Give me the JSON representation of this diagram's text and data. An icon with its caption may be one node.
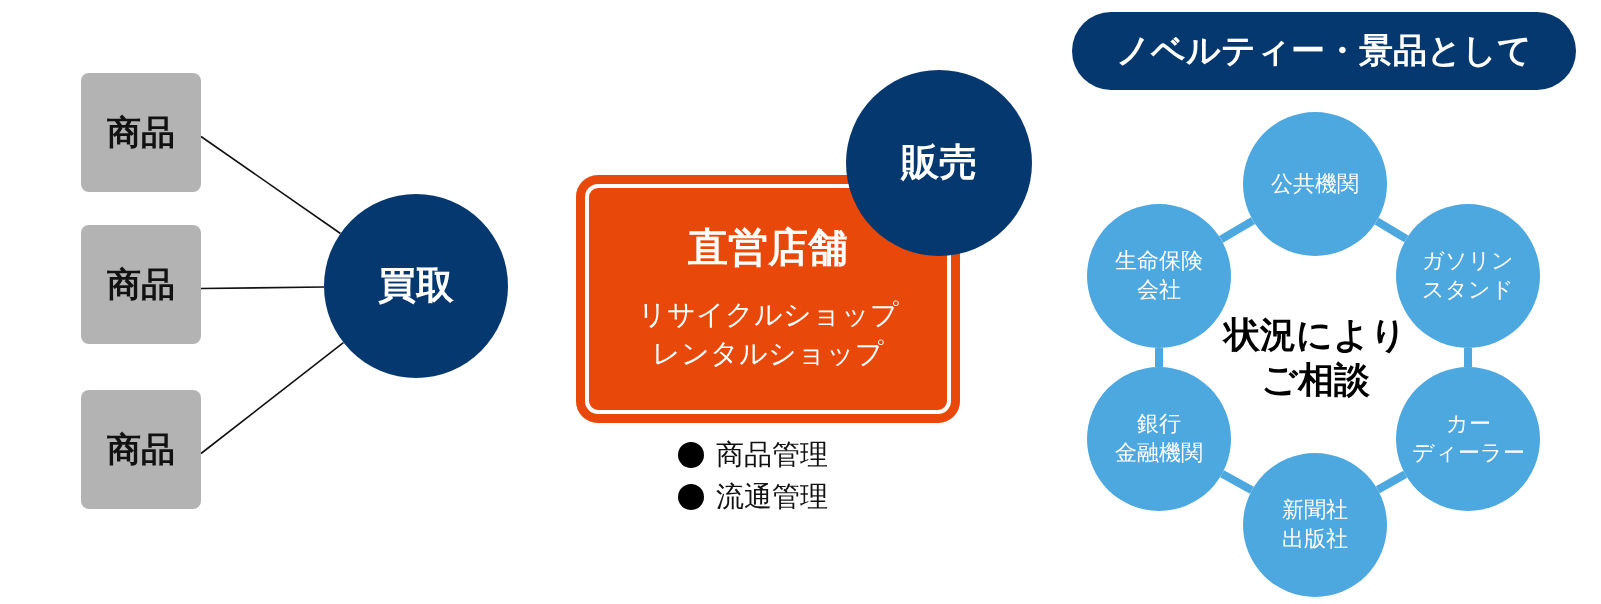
{
  "diagram": {
    "nodes": [
      {
        "text": [
          "商品"
        ]
      },
      {
        "text": [
          "商品"
        ]
      },
      {
        "text": [
          "商品"
        ]
      },
      {
        "text": [
          "買取"
        ]
      },
      {
        "text": [
          "直営店舗",
          "リサイクルショップレンタルショップ"
        ],
        "beside": [
          "商品管理",
          "流通管理"
        ]
      },
      {
        "text": [
          "販売"
        ]
      },
      {
        "text": [
          "ノベルティー・景品として"
        ]
      },
      {
        "text": [
          "公共機関"
        ]
      },
      {
        "text": [
          "ガソリンスタンド"
        ]
      },
      {
        "text": [
          "カーディーラー"
        ]
      },
      {
        "text": [
          "新聞社出版社"
        ]
      },
      {
        "text": [
          "銀行金融機関"
        ]
      },
      {
        "text": [
          "生命保険会社"
        ]
      }
    ],
    "edges": [
      {
        "from": 0,
        "to": 3,
        "arrow": "none",
        "color": "#111111"
      },
      {
        "from": 1,
        "to": 3,
        "arrow": "none",
        "color": "#111111"
      },
      {
        "from": 2,
        "to": 3,
        "arrow": "none",
        "color": "#111111"
      },
      {
        "from": 7,
        "to": 8,
        "arrow": "none"
      },
      {
        "from": 8,
        "to": 9,
        "arrow": "none"
      },
      {
        "from": 9,
        "to": 10,
        "arrow": "none"
      },
      {
        "from": 10,
        "to": 11,
        "arrow": "none"
      },
      {
        "from": 11,
        "to": 12,
        "arrow": "none"
      },
      {
        "from": 12,
        "to": 7,
        "arrow": "none"
      }
    ],
    "labels": [
      "状況によりご相談"
    ]
  }
}
